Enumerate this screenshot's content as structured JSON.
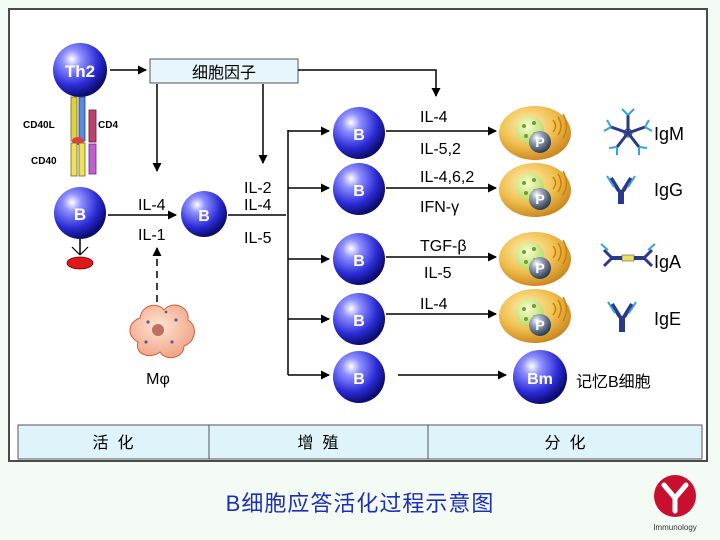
{
  "cells": {
    "th2": "Th2",
    "b": "B",
    "plasma": "P",
    "memory": "Bm"
  },
  "molecules": {
    "cd40l": "CD40L",
    "cd4": "CD4",
    "cd40": "CD40"
  },
  "cytokine_box": "细胞因子",
  "activation_cytokines": [
    "IL-4",
    "IL-1"
  ],
  "proliferation_cytokines": [
    "IL-2",
    "IL-4",
    "IL-5"
  ],
  "macrophage_label": "Mφ",
  "branches": [
    {
      "signals": [
        "IL-4",
        "IL-5,2"
      ],
      "antibody": "IgM"
    },
    {
      "signals": [
        "IL-4,6,2",
        "IFN-γ"
      ],
      "antibody": "IgG"
    },
    {
      "signals": [
        "TGF-β",
        "IL-5"
      ],
      "antibody": "IgA"
    },
    {
      "signals": [
        "IL-4"
      ],
      "antibody": "IgE"
    }
  ],
  "memory_label": "记忆B细胞",
  "stages": [
    "活  化",
    "增  殖",
    "分  化"
  ],
  "caption": "B细胞应答活化过程示意图",
  "brand_label": "Immunology",
  "colors": {
    "cell_blue": "#2b2bd6",
    "plasma_gold": "#e8a020",
    "stage_band": "#dff3fa",
    "caption": "#1c2fb8",
    "brand_red": "#c8102e"
  }
}
